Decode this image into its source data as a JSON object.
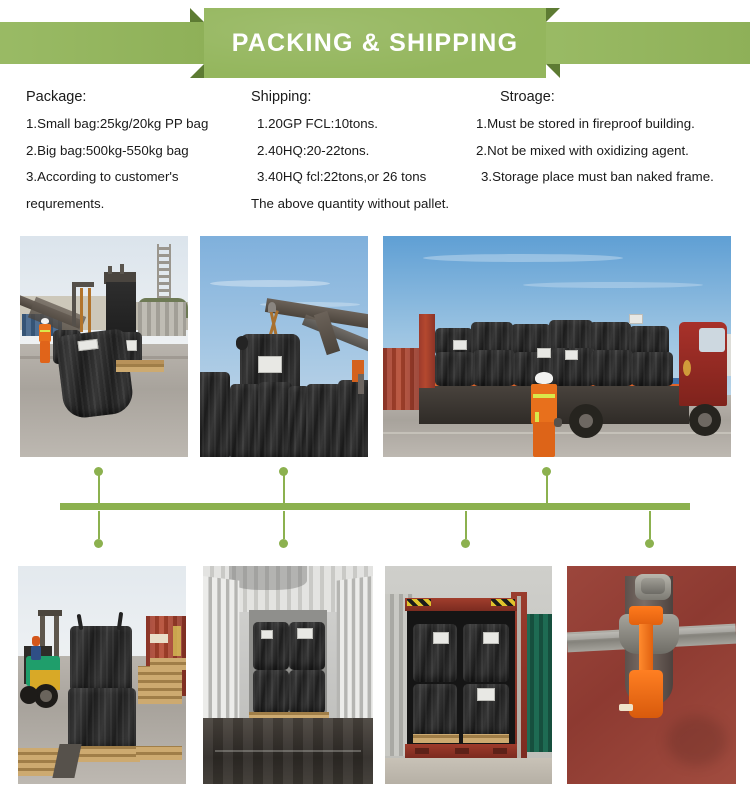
{
  "banner": {
    "title": "PACKING & SHIPPING",
    "green": "#94b65d",
    "dark_green": "#5d7b33"
  },
  "info": {
    "package": {
      "heading": "Package:",
      "lines": [
        "1.Small bag:25kg/20kg PP bag",
        "2.Big bag:500kg-550kg bag",
        "3.According to customer's",
        "requrements."
      ]
    },
    "shipping": {
      "heading": "Shipping:",
      "lines": [
        "1.20GP FCL:10tons.",
        "2.40HQ:20-22tons.",
        "3.40HQ fcl:22tons,or 26 tons",
        "The above quantity without pallet."
      ]
    },
    "storage": {
      "heading": "Stroage:",
      "lines": [
        "1.Must be stored in fireproof building.",
        "2.Not be mixed with oxidizing agent.",
        "3.Storage place must ban naked frame."
      ]
    }
  },
  "photos": {
    "row1": [
      {
        "name": "photo-crane-loading-bulk-bags-yard",
        "alt": "Worker in orange hi-vis beside crane lifting black FIBC bulk bags in a yard"
      },
      {
        "name": "photo-crane-hoisting-single-bag",
        "alt": "Crane hook hoisting a single black bulk bag against blue sky"
      },
      {
        "name": "photo-truck-loaded-with-bags",
        "alt": "Red flatbed truck fully loaded with black bulk bags, worker walking alongside"
      }
    ],
    "row2": [
      {
        "name": "photo-forklift-stacked-bags-pallets",
        "alt": "Forklift with stacked black bulk bags on wooden pallets beside red container"
      },
      {
        "name": "photo-container-interior-loaded",
        "alt": "Interior of shipping container with bulk bags loaded at far end"
      },
      {
        "name": "photo-container-doors-open-loaded",
        "alt": "Open container doors showing four black bulk bags on pallets"
      },
      {
        "name": "photo-container-bolt-seal",
        "alt": "Orange bolt security seal locked on red container door handle"
      }
    ]
  },
  "timeline": {
    "bar_color": "#8cb14f",
    "nodes_above": [
      98,
      283,
      546
    ],
    "nodes_below": [
      98,
      283,
      465,
      649
    ]
  }
}
